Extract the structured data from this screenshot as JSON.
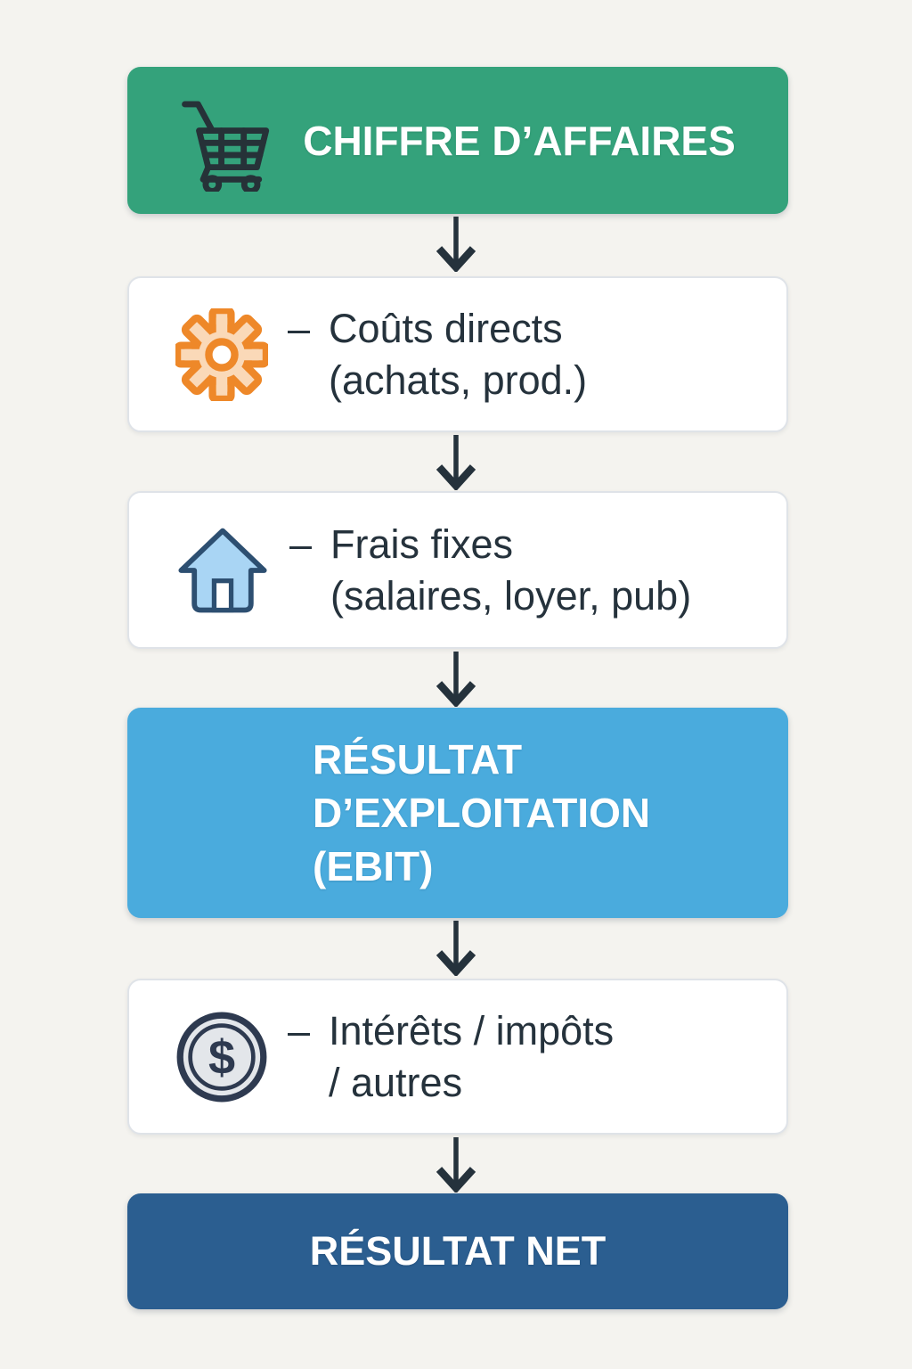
{
  "palette": {
    "background": "#f4f3ef",
    "green": "#34a27b",
    "blue": "#4aabdd",
    "dark_blue": "#2b5e90",
    "text_dark": "#25323c",
    "arrow": "#25323c",
    "box_border": "#dfe3e8",
    "orange": "#ee8829",
    "orange_light": "#fad9b8",
    "house_fill": "#a9d5f4",
    "house_stroke": "#2d4f71",
    "coin_fill": "#e3e6ea",
    "coin_stroke": "#2e3a50"
  },
  "flow": {
    "revenue": {
      "title": "CHIFFRE D’AFFAIRES",
      "icon": "shopping-cart-icon"
    },
    "direct_costs": {
      "dash": "–",
      "line1": "Coûts directs",
      "line2": "(achats, prod.)",
      "icon": "gear-icon"
    },
    "fixed_costs": {
      "dash": "–",
      "line1": "Frais fixes",
      "line2": "(salaires, loyer, pub)",
      "icon": "house-icon"
    },
    "ebit": {
      "line1": "RÉSULTAT",
      "line2": "D’EXPLOITATION",
      "line3": "(EBIT)"
    },
    "interest_taxes": {
      "dash": "–",
      "line1": "Intérêts / impôts",
      "line2": "/ autres",
      "icon": "dollar-coin-icon"
    },
    "net_result": {
      "title": "RÉSULTAT NET"
    }
  }
}
